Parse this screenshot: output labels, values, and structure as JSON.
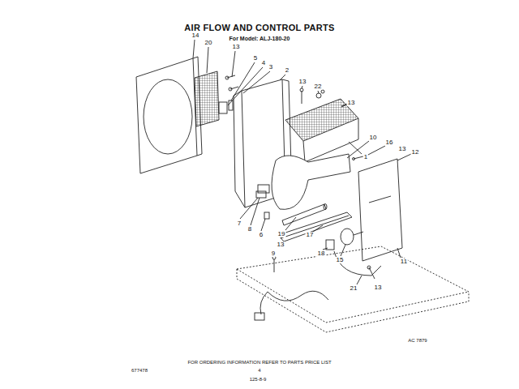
{
  "diagram": {
    "title": "AIR FLOW AND CONTROL PARTS",
    "labels": [
      "For Model: ALJ-180-20",
      "14",
      "20",
      "13",
      "5",
      "4",
      "3",
      "2",
      "13",
      "22",
      "13",
      "1",
      "10",
      "16",
      "13",
      "12",
      "7",
      "8",
      "6",
      "19",
      "17",
      "13",
      "18",
      "15",
      "9",
      "11",
      "21",
      "13",
      "AC 7879",
      "FOR ORDERING INFORMATION REFER TO PARTS PRICE LIST",
      "677478",
      "4",
      "125-8-9"
    ]
  }
}
